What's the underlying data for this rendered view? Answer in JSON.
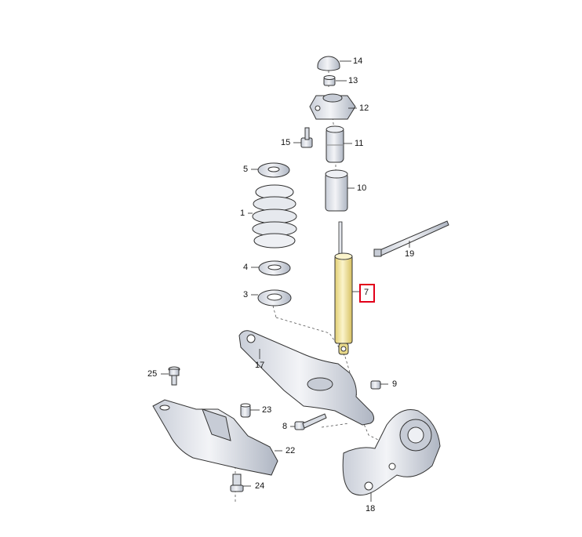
{
  "callouts": {
    "p1": "1",
    "p3": "3",
    "p4": "4",
    "p5": "5",
    "p7": "7",
    "p8": "8",
    "p9": "9",
    "p10": "10",
    "p11": "11",
    "p12": "12",
    "p13": "13",
    "p14": "14",
    "p15": "15",
    "p17": "17",
    "p18": "18",
    "p19": "19",
    "p22": "22",
    "p23": "23",
    "p24": "24",
    "p25": "25"
  },
  "highlight": {
    "callout": "7",
    "color": "#e2001a"
  },
  "colors": {
    "line": "#222222",
    "part_fill": "#dfe3ea",
    "part_shadow": "#b8bfcc",
    "shock_fill": "#f3e7a6",
    "dashed": "#555555"
  }
}
